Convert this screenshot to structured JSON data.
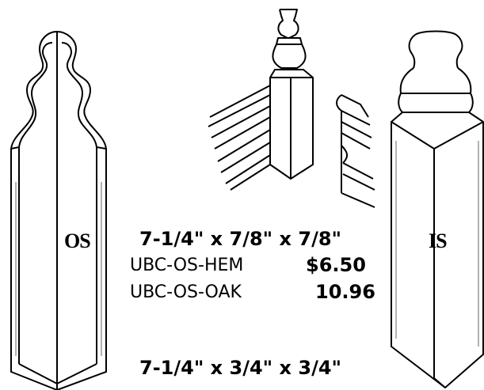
{
  "left_piece": {
    "label": "OS"
  },
  "right_piece": {
    "label": "IS"
  },
  "products": [
    {
      "dimensions": "7-1/4\" x 7/8\" x 7/8\"",
      "items": [
        {
          "sku": "UBC-OS-HEM",
          "price": "$6.50"
        },
        {
          "sku": "UBC-OS-OAK",
          "price": "10.96"
        }
      ]
    },
    {
      "dimensions": "7-1/4\" x 3/4\" x 3/4\""
    }
  ]
}
